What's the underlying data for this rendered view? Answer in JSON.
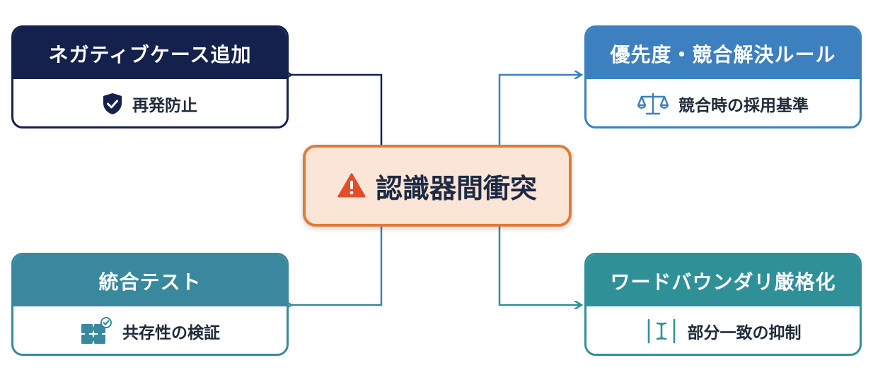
{
  "center": {
    "label": "認識器間衝突",
    "icon": "warning-triangle-icon"
  },
  "nodes": {
    "negative": {
      "title": "ネガティブケース追加",
      "label": "再発防止",
      "icon": "shield-check-icon",
      "color": "#14214d"
    },
    "priority": {
      "title": "優先度・競合解決ルール",
      "label": "競合時の採用基準",
      "icon": "balance-scale-icon",
      "color": "#3c80bf"
    },
    "integration": {
      "title": "統合テスト",
      "label": "共存性の検証",
      "icon": "puzzle-check-icon",
      "color": "#39889e"
    },
    "boundary": {
      "title": "ワードバウンダリ厳格化",
      "label": "部分一致の抑制",
      "icon": "text-boundary-icon",
      "color": "#2f9098"
    }
  },
  "accent": {
    "center_border": "#e07b35",
    "center_fill": "#fbe5d6"
  }
}
